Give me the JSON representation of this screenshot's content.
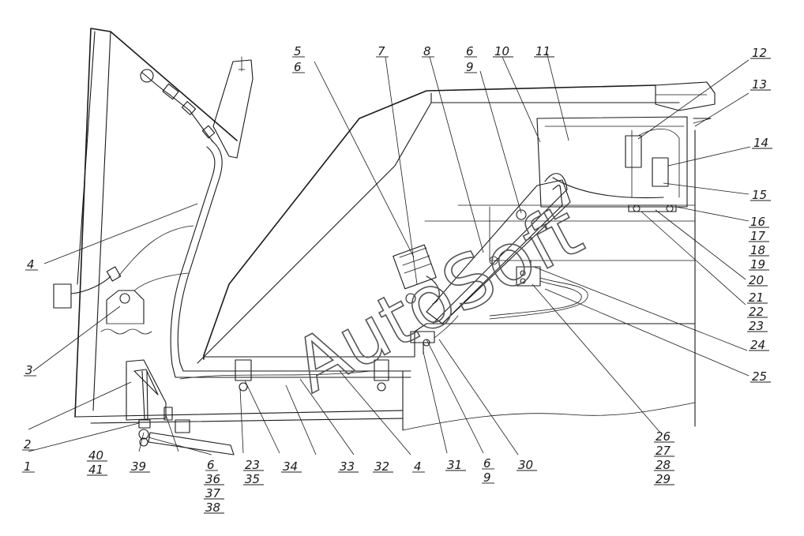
{
  "watermark": "AutoSoft",
  "callouts": {
    "c1": "1",
    "c2": "2",
    "c3": "3",
    "c4a": "4",
    "c4b": "4",
    "c5": "5",
    "c6a": "6",
    "c6b": "6",
    "c6c": "6",
    "c6d": "6",
    "c7": "7",
    "c8": "8",
    "c9a": "9",
    "c9b": "9",
    "c10": "10",
    "c11": "11",
    "c12": "12",
    "c13": "13",
    "c14": "14",
    "c15": "15",
    "c16": "16",
    "c17": "17",
    "c18": "18",
    "c19": "19",
    "c20": "20",
    "c21": "21",
    "c22": "22",
    "c23a": "23",
    "c23b": "23",
    "c24": "24",
    "c25": "25",
    "c26": "26",
    "c27": "27",
    "c28": "28",
    "c29": "29",
    "c30": "30",
    "c31": "31",
    "c32": "32",
    "c33": "33",
    "c34": "34",
    "c35": "35",
    "c36": "36",
    "c37": "37",
    "c38": "38",
    "c39": "39",
    "c40": "40",
    "c41": "41"
  }
}
